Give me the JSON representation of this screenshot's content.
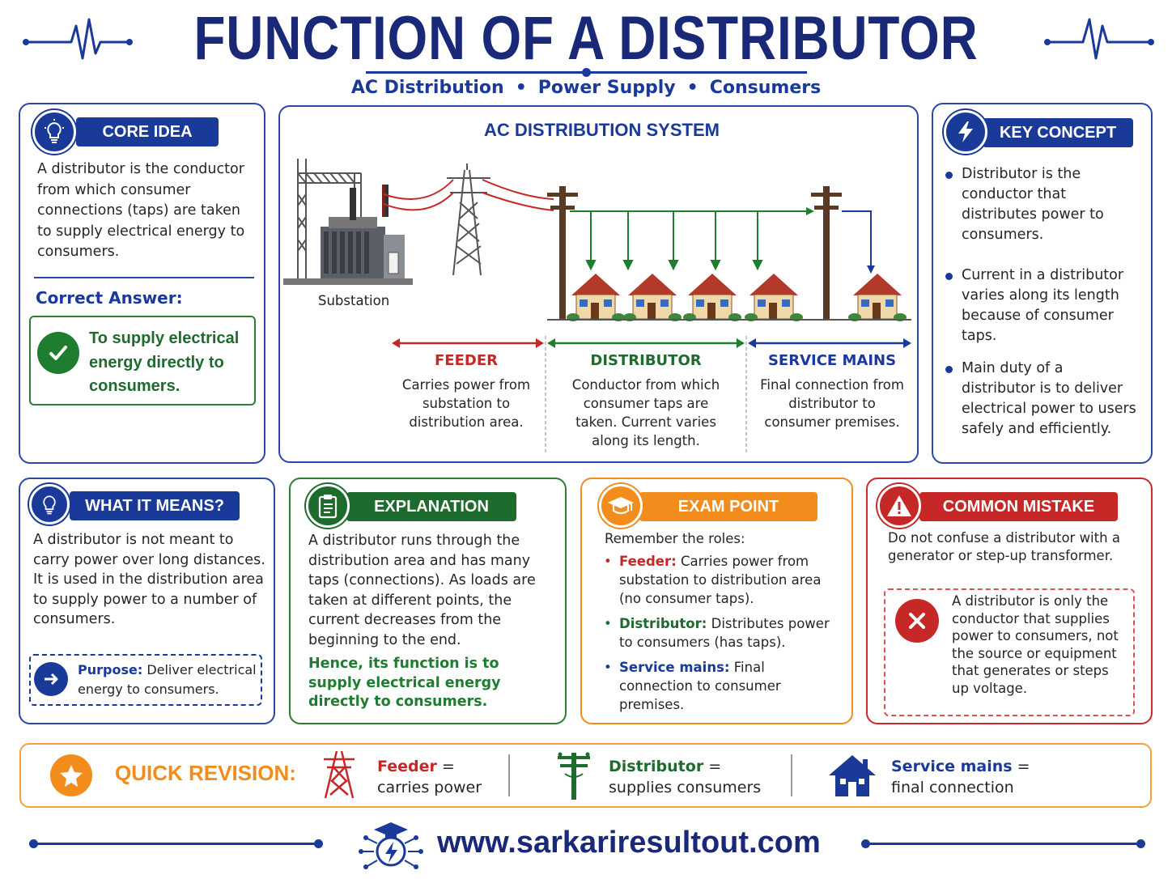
{
  "header": {
    "title": "FUNCTION OF A DISTRIBUTOR",
    "subtitle_items": [
      "AC Distribution",
      "Power Supply",
      "Consumers"
    ]
  },
  "core_idea": {
    "heading": "CORE IDEA",
    "body": "A distributor is the conductor from which consumer connections (taps) are taken to supply electrical energy to consumers.",
    "answer_label": "Correct Answer:",
    "answer": "To supply electrical energy directly to consumers."
  },
  "diagram": {
    "title": "AC DISTRIBUTION SYSTEM",
    "substation_label": "Substation",
    "sections": [
      {
        "label": "FEEDER",
        "text": "Carries power from substation to distribution area.",
        "color": "#c62828"
      },
      {
        "label": "DISTRIBUTOR",
        "text": "Conductor from which consumer taps are taken. Current varies along its length.",
        "color": "#1e6b2e"
      },
      {
        "label": "SERVICE MAINS",
        "text": "Final connection from distributor to consumer premises.",
        "color": "#1a3a9a"
      }
    ]
  },
  "key_concept": {
    "heading": "KEY CONCEPT",
    "points": [
      "Distributor is the conductor that distributes power to consumers.",
      "Current in a distributor varies along its length because of consumer taps.",
      "Main duty of a distributor is to deliver electrical power to users safely and efficiently."
    ]
  },
  "what_it_means": {
    "heading": "WHAT IT MEANS?",
    "body": "A distributor is not meant to carry power over long distances. It is used in the distribution area to supply power to a number of consumers.",
    "purpose_label": "Purpose:",
    "purpose_text": " Deliver electrical energy to consumers."
  },
  "explanation": {
    "heading": "EXPLANATION",
    "body": "A distributor runs through the distribution area and has many taps (connections). As loads are taken at different points, the current decreases from the beginning to the end.",
    "conclusion": "Hence, its function is to supply electrical energy directly to consumers."
  },
  "exam_point": {
    "heading": "EXAM POINT",
    "intro": "Remember the roles:",
    "roles": [
      {
        "term": "Feeder:",
        "desc": " Carries power from substation to distribution area (no consumer taps).",
        "color": "#c62828"
      },
      {
        "term": "Distributor:",
        "desc": " Distributes power to consumers (has taps).",
        "color": "#1e6b2e"
      },
      {
        "term": "Service mains:",
        "desc": " Final connection to consumer premises.",
        "color": "#1a3a9a"
      }
    ]
  },
  "common_mistake": {
    "heading": "COMMON MISTAKE",
    "body": "Do not confuse a distributor with a generator or step-up transformer.",
    "warning": "A distributor is only the conductor that supplies power to consumers, not the source or equipment that generates or steps up voltage."
  },
  "quick_revision": {
    "label": "QUICK REVISION:",
    "items": [
      {
        "term": "Feeder",
        "eq": " =",
        "desc": "carries power",
        "color": "#c62828"
      },
      {
        "term": "Distributor",
        "eq": " =",
        "desc": "supplies consumers",
        "color": "#1e6b2e"
      },
      {
        "term": "Service mains",
        "eq": " =",
        "desc": "final connection",
        "color": "#1a3a9a"
      }
    ]
  },
  "footer": {
    "url": "www.sarkariresultout.com"
  },
  "colors": {
    "navy": "#1a2878",
    "blue": "#1a3a9a",
    "green": "#1e6b2e",
    "orange": "#f28c1c",
    "red": "#c62828"
  },
  "icons": [
    "pulse-icon",
    "lightbulb-icon",
    "lightning-icon",
    "checkmark-icon",
    "arrow-right-icon",
    "clipboard-icon",
    "graduation-cap-icon",
    "warning-icon",
    "close-icon",
    "star-icon",
    "tower-icon",
    "pole-icon",
    "house-icon",
    "logo-icon"
  ]
}
